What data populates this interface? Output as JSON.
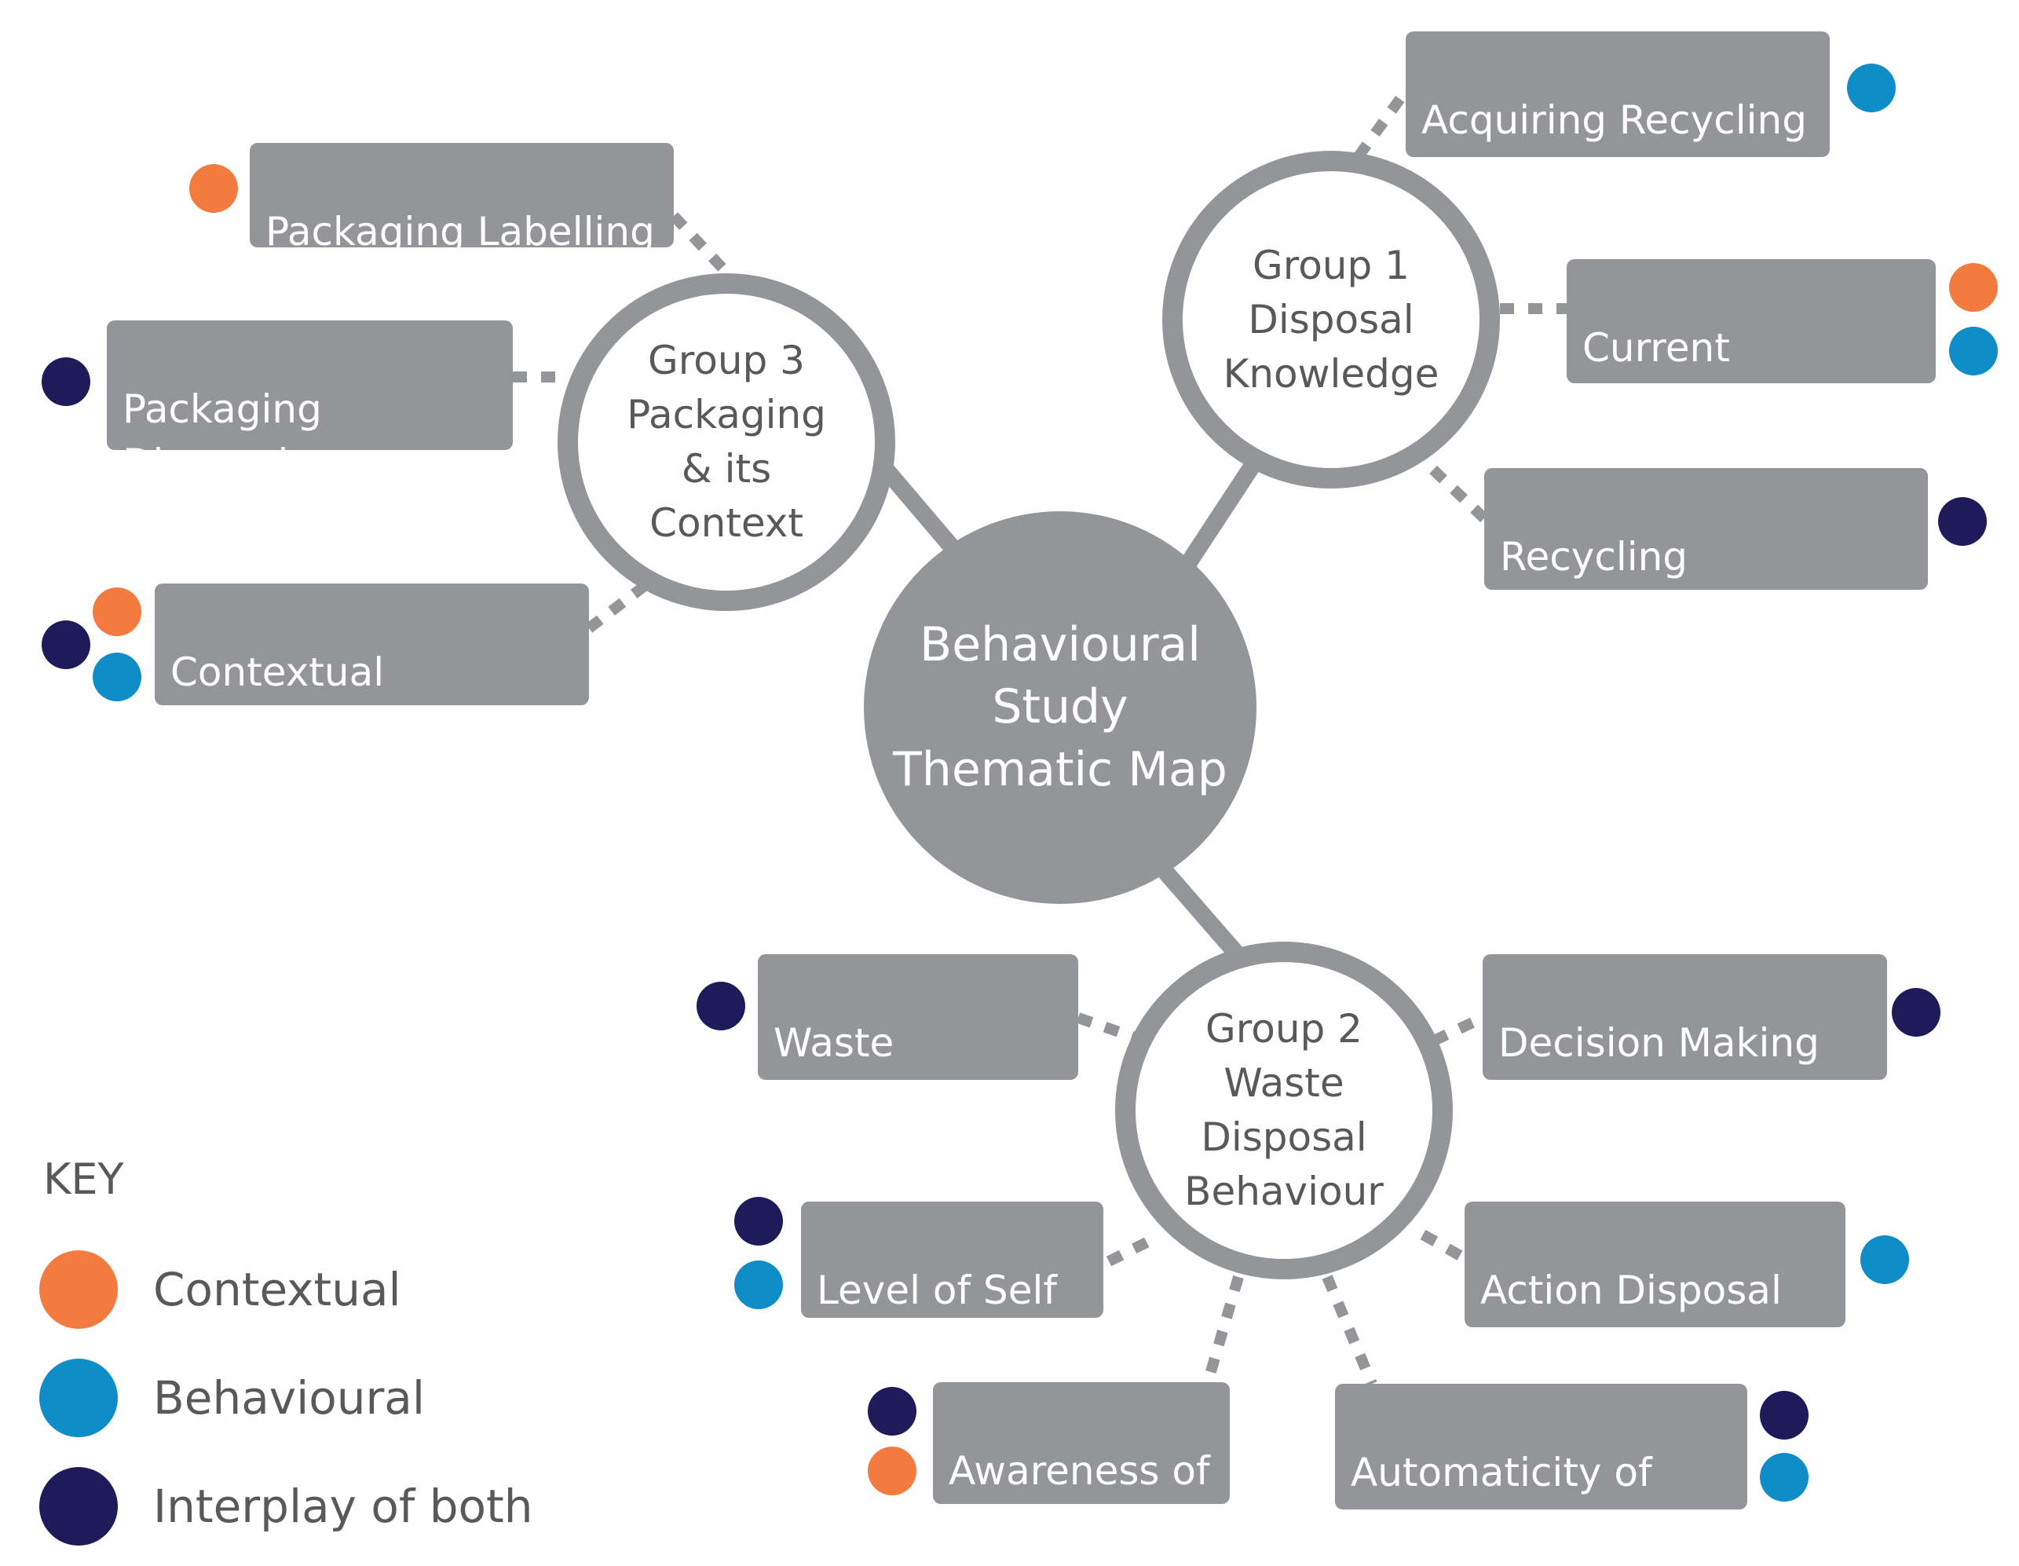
{
  "colors": {
    "contextual": "#f47b3f",
    "behavioural": "#0f8dc9",
    "interplay": "#1f1a5a",
    "node_grey": "#939598",
    "text_dark": "#58595b"
  },
  "center": {
    "label": "Behavioural\nStudy\nThematic Map"
  },
  "groups": [
    {
      "id": "group1",
      "label": "Group 1\nDisposal\nKnowledge",
      "themes": [
        {
          "label": "Acquiring Recycling\nKnowledge",
          "keys": [
            "behavioural"
          ]
        },
        {
          "label": "Current Recycling\nKnowledge",
          "keys": [
            "contextual",
            "behavioural"
          ]
        },
        {
          "label": "Recycling Knowledge\nDeficit",
          "keys": [
            "interplay"
          ]
        }
      ]
    },
    {
      "id": "group2",
      "label": "Group 2\nWaste\nDisposal\nBehaviour",
      "themes": [
        {
          "label": "Waste Disposal\nat Work",
          "keys": [
            "interplay"
          ]
        },
        {
          "label": "Decision Making\nDisposal Behaviour",
          "keys": [
            "interplay"
          ]
        },
        {
          "label": "Level of Self\nAwareness",
          "keys": [
            "interplay",
            "behavioural"
          ]
        },
        {
          "label": "Action Disposal\nBehaviour",
          "keys": [
            "behavioural"
          ]
        },
        {
          "label": "Awareness of\nOthers",
          "keys": [
            "interplay",
            "contextual"
          ]
        },
        {
          "label": "Automaticity of\nDisposal Behaviour",
          "keys": [
            "interplay",
            "behavioural"
          ]
        }
      ]
    },
    {
      "id": "group3",
      "label": "Group 3\nPackaging\n& its\nContext",
      "themes": [
        {
          "label": "Packaging Labelling",
          "keys": [
            "contextual"
          ]
        },
        {
          "label": "Packaging Disposal\nFunctionality",
          "keys": [
            "interplay"
          ]
        },
        {
          "label": "Contextual Influence\nof Work Bins",
          "keys": [
            "interplay",
            "contextual",
            "behavioural"
          ]
        }
      ]
    }
  ],
  "key": {
    "title": "KEY",
    "items": [
      {
        "id": "contextual",
        "label": "Contextual"
      },
      {
        "id": "behavioural",
        "label": "Behavioural"
      },
      {
        "id": "interplay",
        "label": "Interplay of both"
      }
    ]
  }
}
